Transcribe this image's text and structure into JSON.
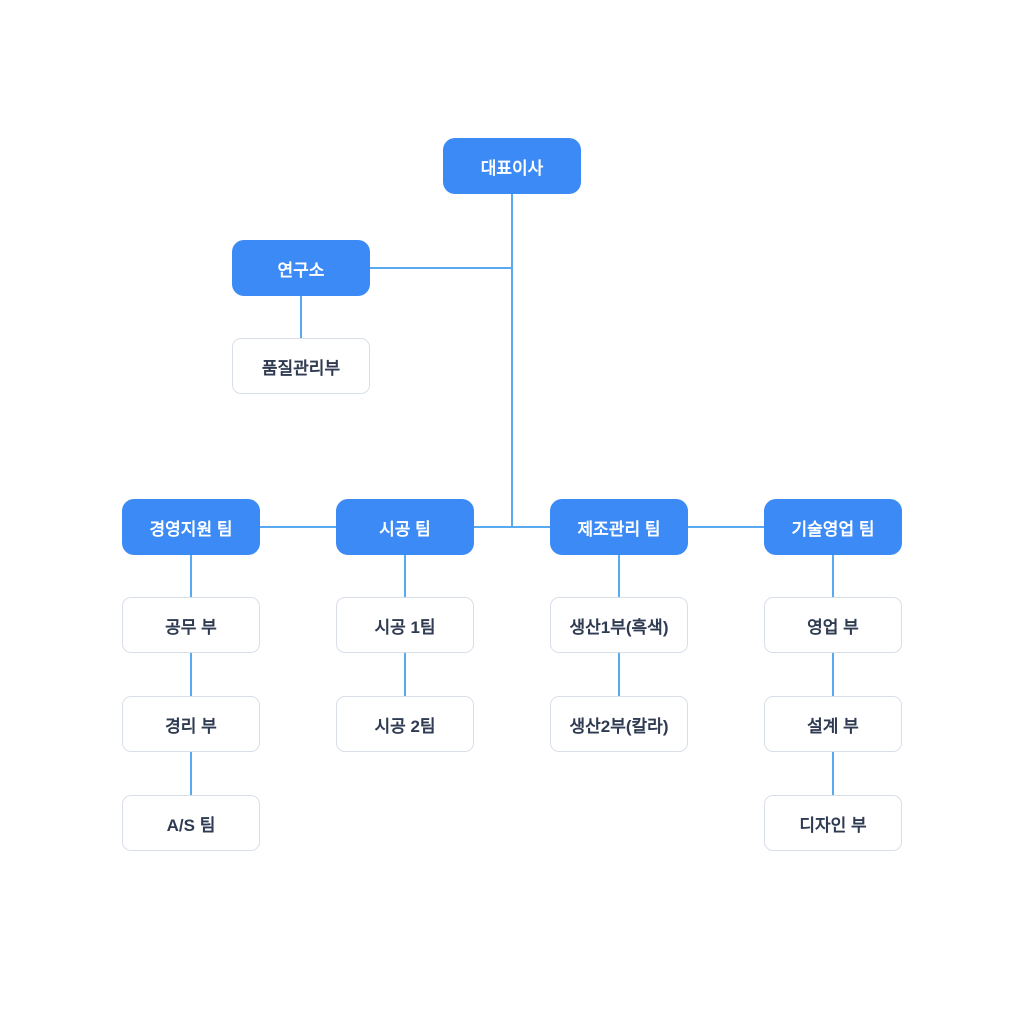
{
  "org": {
    "root": {
      "label": "대표이사"
    },
    "research": {
      "label": "연구소"
    },
    "research_child": {
      "label": "품질관리부"
    },
    "teams": [
      {
        "label": "경영지원 팀",
        "children": [
          {
            "label": "공무 부"
          },
          {
            "label": "경리 부"
          },
          {
            "label": "A/S 팀"
          }
        ]
      },
      {
        "label": "시공 팀",
        "children": [
          {
            "label": "시공 1팀"
          },
          {
            "label": "시공 2팀"
          }
        ]
      },
      {
        "label": "제조관리 팀",
        "children": [
          {
            "label": "생산1부(흑색)"
          },
          {
            "label": "생산2부(칼라)"
          }
        ]
      },
      {
        "label": "기술영업 팀",
        "children": [
          {
            "label": "영업 부"
          },
          {
            "label": "설계 부"
          },
          {
            "label": "디자인 부"
          }
        ]
      }
    ],
    "colors": {
      "primary": "#3b8af5",
      "connector": "#58a9ef",
      "box_border": "#d9dfe9",
      "text_dark": "#2f3b52",
      "background": "#ffffff"
    }
  }
}
